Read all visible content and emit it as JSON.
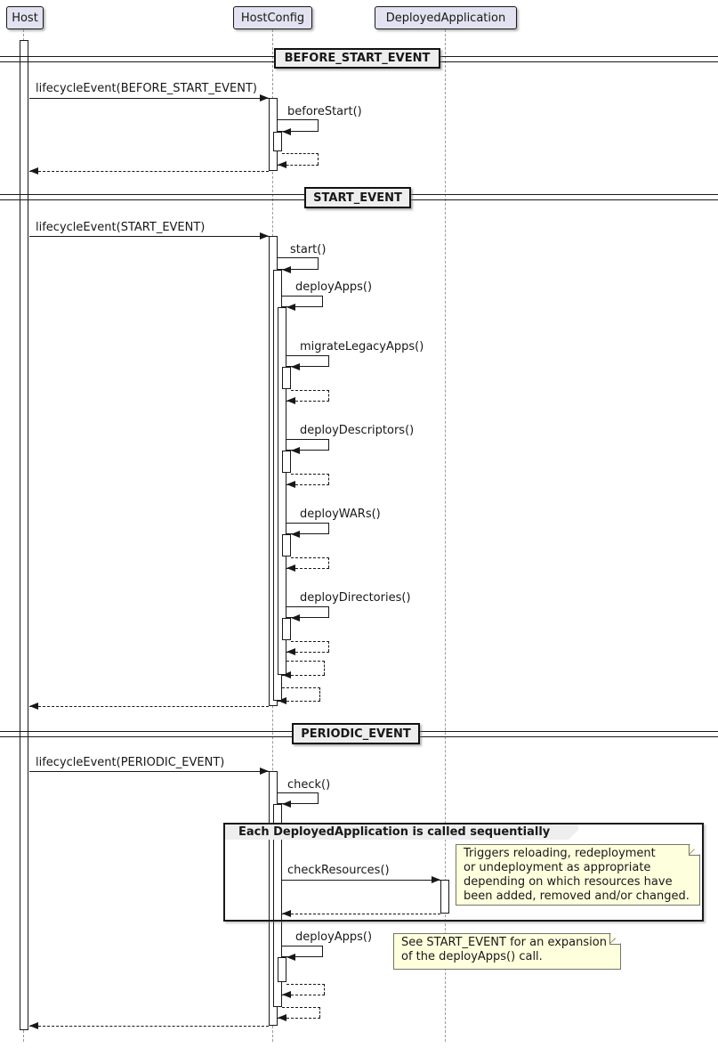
{
  "participants": {
    "host": "Host",
    "host_config": "HostConfig",
    "deployed_application": "DeployedApplication"
  },
  "dividers": {
    "before_start": "BEFORE_START_EVENT",
    "start": "START_EVENT",
    "periodic": "PERIODIC_EVENT"
  },
  "messages": {
    "lifecycle_before_start": "lifecycleEvent(BEFORE_START_EVENT)",
    "before_start": "beforeStart()",
    "lifecycle_start": "lifecycleEvent(START_EVENT)",
    "start": "start()",
    "deploy_apps": "deployApps()",
    "migrate_legacy_apps": "migrateLegacyApps()",
    "deploy_descriptors": "deployDescriptors()",
    "deploy_wars": "deployWARs()",
    "deploy_directories": "deployDirectories()",
    "lifecycle_periodic": "lifecycleEvent(PERIODIC_EVENT)",
    "check": "check()",
    "check_resources": "checkResources()",
    "deploy_apps_periodic": "deployApps()"
  },
  "group": {
    "label": "Each DeployedApplication is called sequentially"
  },
  "notes": {
    "check_resources_note": {
      "lines": [
        "Triggers reloading, redeployment",
        "or undeployment as appropriate",
        "depending on which resources have",
        "been added, removed and/or changed."
      ]
    },
    "deploy_apps_note": {
      "lines": [
        "See START_EVENT for an expansion",
        "of the deployApps() call."
      ]
    }
  },
  "colors": {
    "participant_fill": "#E2E2F0",
    "divider_fill": "#EEEEEE",
    "group_header_fill": "#EEEEEE",
    "note_fill": "#FEFFDD",
    "line": "#181818",
    "lifeline": "#9A9A9A"
  }
}
